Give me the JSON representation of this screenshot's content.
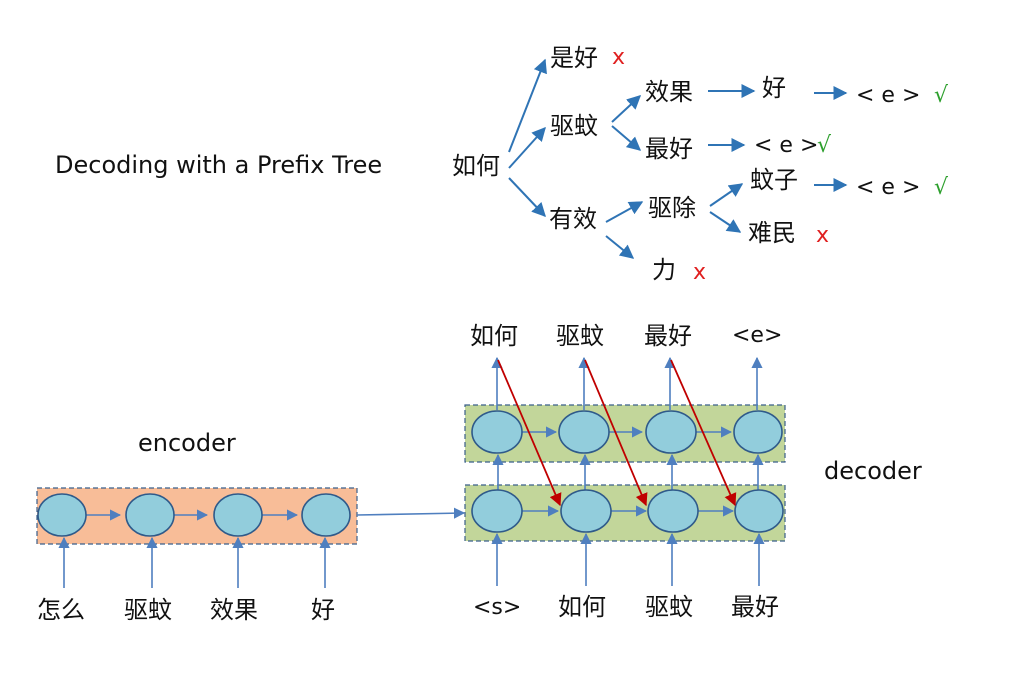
{
  "diagram_title": "Decoding with a Prefix Tree",
  "tree": {
    "root": "如何",
    "level1": [
      "是好",
      "驱蚊",
      "有效"
    ],
    "level2_quwen": [
      "效果",
      "最好"
    ],
    "level2_youxiao": [
      "驱除",
      "力"
    ],
    "level3_xiaoguo": "好",
    "level3_quchu": [
      "蚊子",
      "难民"
    ],
    "end_token": "<e>",
    "end_token_spaced": "< e >",
    "reject_mark": "x",
    "accept_mark": "√"
  },
  "encoder": {
    "label": "encoder",
    "inputs": [
      "怎么",
      "驱蚊",
      "效果",
      "好"
    ]
  },
  "decoder": {
    "label": "decoder",
    "inputs": [
      "<s>",
      "如何",
      "驱蚊",
      "最好"
    ],
    "outputs": [
      "如何",
      "驱蚊",
      "最好",
      "<e>"
    ]
  },
  "colors": {
    "encoder_fill": "#f8bd98",
    "decoder_fill": "#c2d69a",
    "cell_fill": "#92cddc",
    "tree_arrow": "#2f74b5",
    "attention_arrow": "#c00000",
    "reject": "#e02020",
    "accept": "#2ea02e"
  }
}
